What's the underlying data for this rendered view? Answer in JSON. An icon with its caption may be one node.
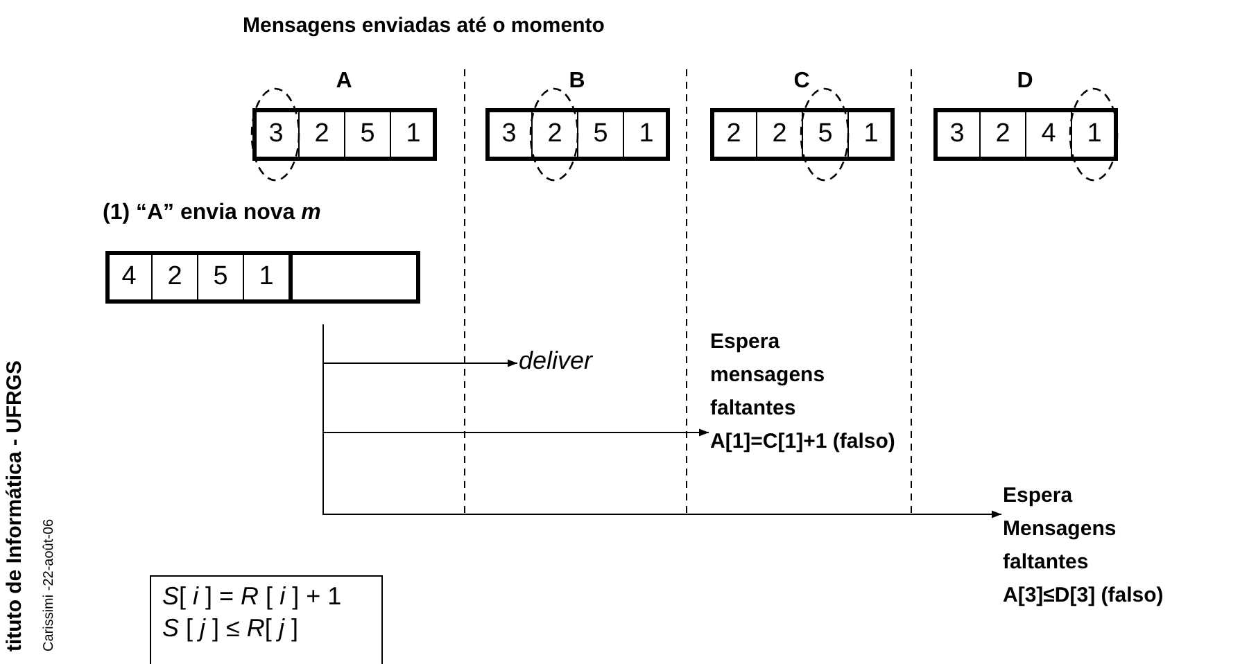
{
  "diagram": {
    "title": "Mensagens enviadas até o momento",
    "nodes": [
      {
        "text": [
          "A"
        ]
      },
      {
        "text": [
          "3"
        ],
        "in": 0
      },
      {
        "text": [
          "2"
        ],
        "in": 0
      },
      {
        "text": [
          "5"
        ],
        "in": 0
      },
      {
        "text": [
          "1"
        ],
        "in": 0
      },
      {
        "text": [
          "B"
        ]
      },
      {
        "text": [
          "3"
        ],
        "in": 5
      },
      {
        "text": [
          "2"
        ],
        "in": 5
      },
      {
        "text": [
          "5"
        ],
        "in": 5
      },
      {
        "text": [
          "1"
        ],
        "in": 5
      },
      {
        "text": [
          "C"
        ]
      },
      {
        "text": [
          "2"
        ],
        "in": 10
      },
      {
        "text": [
          "2"
        ],
        "in": 10
      },
      {
        "text": [
          "5"
        ],
        "in": 10
      },
      {
        "text": [
          "1"
        ],
        "in": 10
      },
      {
        "text": [
          "D"
        ]
      },
      {
        "text": [
          "3"
        ],
        "in": 15
      },
      {
        "text": [
          "2"
        ],
        "in": 15
      },
      {
        "text": [
          "4"
        ],
        "in": 15
      },
      {
        "text": [
          "1"
        ],
        "in": 15
      },
      {
        "text": [
          "(1) “A” envia nova *m*"
        ]
      },
      {
        "text": [
          "4"
        ],
        "in": 20
      },
      {
        "text": [
          "2"
        ],
        "in": 20
      },
      {
        "text": [
          "5"
        ],
        "in": 20
      },
      {
        "text": [
          "1"
        ],
        "in": 20
      },
      {
        "text": [],
        "shape": "box",
        "in": 20
      },
      {
        "text": [
          "deliver"
        ]
      },
      {
        "text": [
          "Espera mensagens faltantes",
          "A[1]=C[1]+1 (falso)"
        ]
      },
      {
        "text": [
          "Espera Mensagens faltantes",
          "A[3]≤D[3] (falso)"
        ]
      },
      {
        "text": [
          "*S*[ *i* ] = *R* [ *i* ] + 1",
          "*S* [ *j* ] ≤ *R*[ *j* ]"
        ]
      }
    ],
    "edges": [
      {
        "from": null,
        "to": 26,
        "arrow": "to"
      },
      {
        "from": null,
        "to": 27,
        "arrow": "to"
      },
      {
        "from": null,
        "to": 28,
        "arrow": "to"
      }
    ],
    "labels": [
      "tituto de Informática - UFRGS",
      "Carissimi -22-août-06"
    ]
  }
}
